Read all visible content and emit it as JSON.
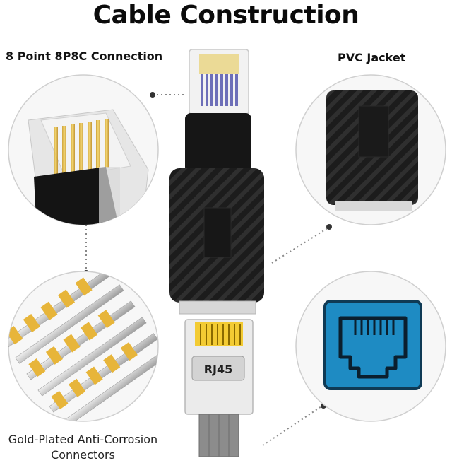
{
  "title": "Cable Construction",
  "labels": {
    "connection": "8 Point 8P8C Connection",
    "jacket": "PVC Jacket",
    "gold_line1": "Gold-Plated Anti-Corrosion",
    "gold_line2": "Connectors",
    "plug_text": "RJ45"
  },
  "colors": {
    "jacket": "#1a1a1a",
    "stripe": "#2d2d2d",
    "gold": "#e9b82a",
    "port_blue": "#1e8bc3",
    "circle_border": "#cfcfcf"
  }
}
